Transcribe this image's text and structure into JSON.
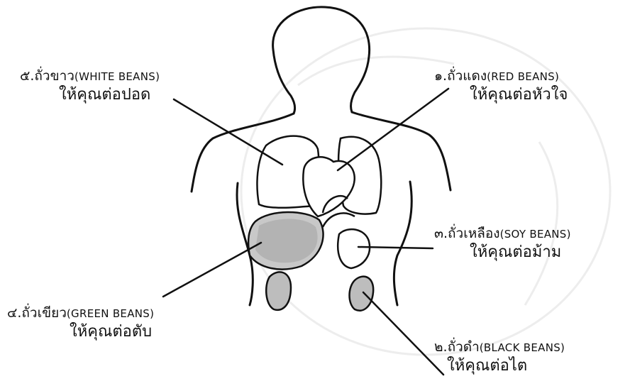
{
  "labels": {
    "white": {
      "line1_th": "๕.ถั่วขาว",
      "line1_en": "(WHITE BEANS)",
      "line2": "ให้คุณต่อปอด"
    },
    "red": {
      "line1_th": "๑.ถั่วแดง",
      "line1_en": "(RED BEANS)",
      "line2": "ให้คุณต่อหัวใจ"
    },
    "soy": {
      "line1_th": "๓.ถั่วเหลือง",
      "line1_en": "(SOY BEANS)",
      "line2": "ให้คุณต่อม้าม"
    },
    "green": {
      "line1_th": "๔.ถั่วเขียว",
      "line1_en": "(GREEN BEANS)",
      "line2": "ให้คุณต่อตับ"
    },
    "black": {
      "line1_th": "๒.ถั่วดำ",
      "line1_en": "(BLACK BEANS)",
      "line2": "ให้คุณต่อไต"
    }
  }
}
